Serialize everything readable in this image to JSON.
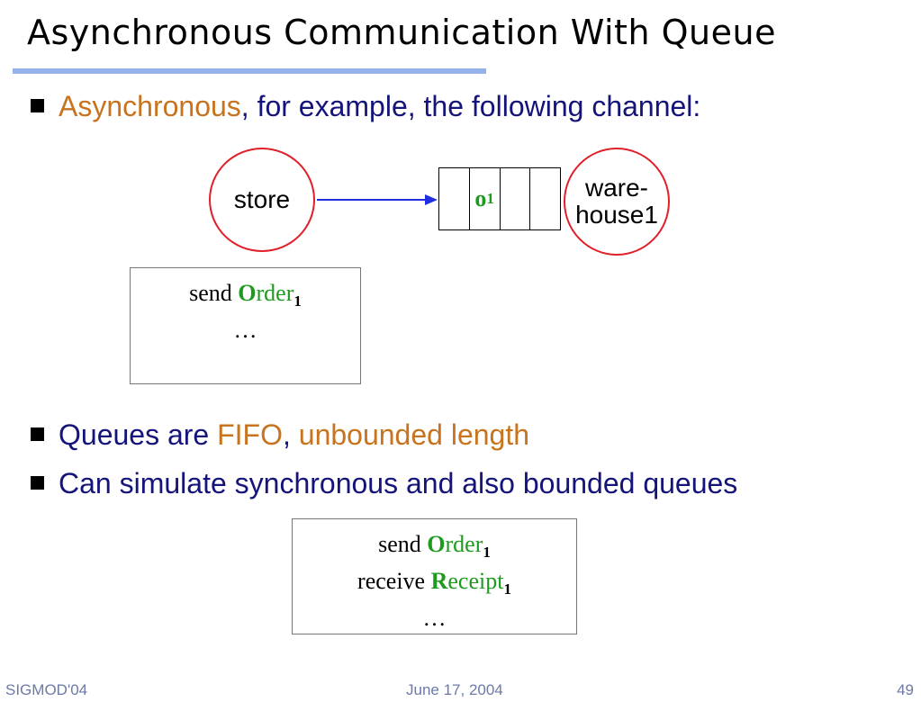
{
  "slide": {
    "title": "Asynchronous Communication With Queue",
    "bullet1": {
      "highlight": "Asynchronous",
      "rest": ", for example, the following channel:"
    },
    "diagram": {
      "store_label": "store",
      "warehouse_line1": "ware-",
      "warehouse_line2": "house1",
      "queue_item_letter": "o",
      "queue_item_sub": "1"
    },
    "code_box1": {
      "send_word": "send",
      "msg_initial": "O",
      "msg_rest": "rder",
      "msg_sub": "1",
      "ellipsis": "…"
    },
    "bullet2": {
      "prefix": "Queues are ",
      "highlight1": "FIFO",
      "sep": ", ",
      "highlight2": "unbounded length"
    },
    "bullet3": {
      "text": "Can simulate synchronous and also bounded queues"
    },
    "code_box2": {
      "send_word": "send",
      "send_initial": "O",
      "send_rest": "rder",
      "send_sub": "1",
      "receive_word": "receive",
      "recv_initial": "R",
      "recv_rest": "eceipt",
      "recv_sub": "1",
      "ellipsis": "…"
    }
  },
  "footer": {
    "left": "SIGMOD'04",
    "center": "June 17, 2004",
    "page": "49"
  },
  "colors": {
    "title_rule": "#94b1ea",
    "bullet_text": "#14147a",
    "highlight": "#c8741e",
    "circle": "#e0202a",
    "arrow": "#1f2ee0",
    "message": "#1e9b1e"
  }
}
